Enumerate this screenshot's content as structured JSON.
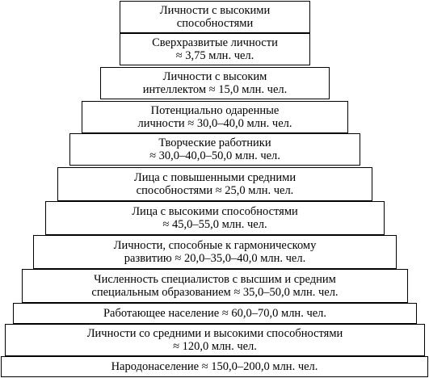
{
  "pyramid": {
    "levels": [
      {
        "lines": [
          "Личности с высокими",
          "способностями"
        ]
      },
      {
        "lines": [
          "Сверхразвитые личности",
          "≈ 3,75 млн. чел."
        ]
      },
      {
        "lines": [
          "Личности с высоким",
          "интеллектом ≈ 15,0 млн. чел."
        ]
      },
      {
        "lines": [
          "Потенциально одаренные",
          "личности ≈ 30,0–40,0 млн. чел."
        ]
      },
      {
        "lines": [
          "Творческие работники",
          "≈ 30,0–40,0–50,0 млн. чел."
        ]
      },
      {
        "lines": [
          "Лица с повышенными средними",
          "способностями ≈ 25,0 млн. чел."
        ]
      },
      {
        "lines": [
          "Лица с высокими способностями",
          "≈ 45,0–55,0 млн. чел."
        ]
      },
      {
        "lines": [
          "Личности, способные к гармоническому",
          "развитию ≈ 20,0–35,0–40,0 млн. чел."
        ]
      },
      {
        "lines": [
          "Численность специалистов с высшим и средним",
          "специальным образованием ≈ 35,0–50,0 млн. чел."
        ]
      },
      {
        "lines": [
          "Работающее население ≈ 60,0–70,0 млн. чел."
        ]
      },
      {
        "lines": [
          "Личности со средними и высокими способностями",
          "≈ 120,0 млн. чел."
        ]
      },
      {
        "lines": [
          "Народонаселение ≈ 150,0–200,0 млн. чел."
        ]
      }
    ]
  }
}
